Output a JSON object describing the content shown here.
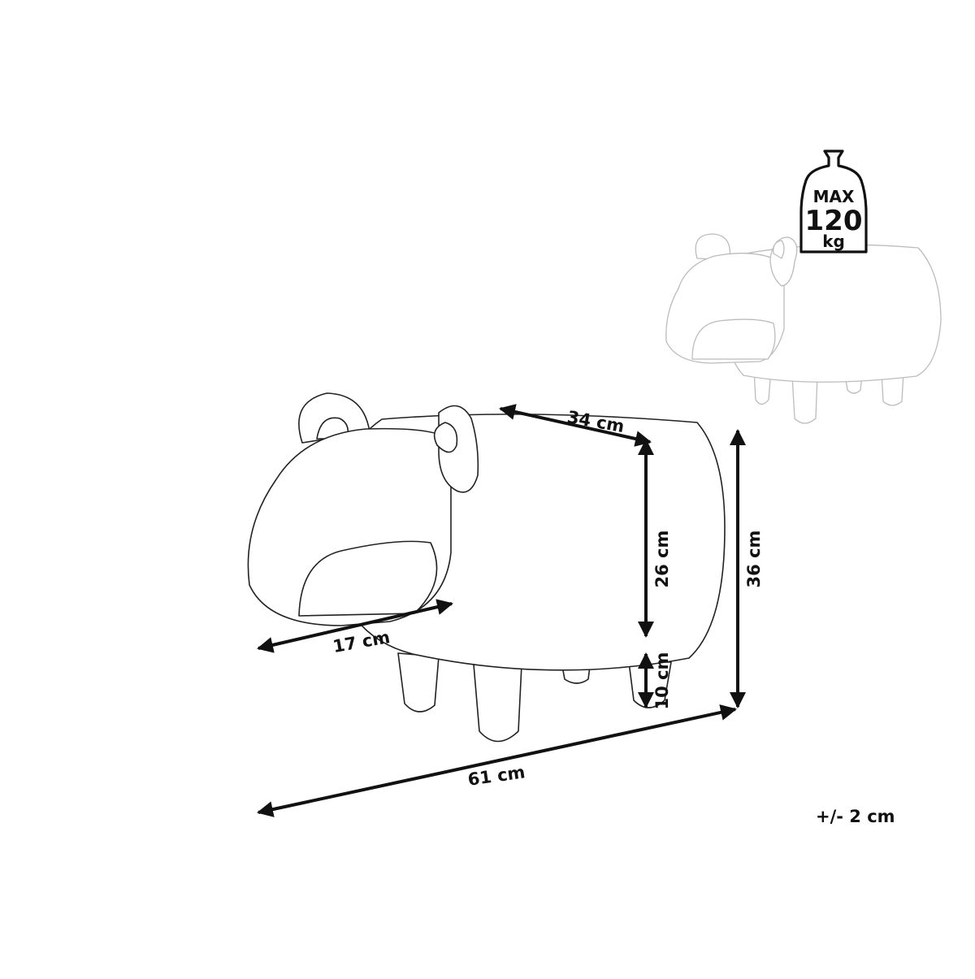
{
  "max_load": {
    "line1": "MAX",
    "line2": "120",
    "line3": "kg"
  },
  "dimensions": {
    "depth_top": "34 cm",
    "seat_height": "26 cm",
    "total_height": "36 cm",
    "leg_height": "10 cm",
    "head_depth": "17 cm",
    "total_length": "61 cm"
  },
  "tolerance": "+/- 2 cm",
  "colors": {
    "ink": "#111111",
    "outline": "#222222",
    "faint_outline": "#bcbcbc"
  }
}
